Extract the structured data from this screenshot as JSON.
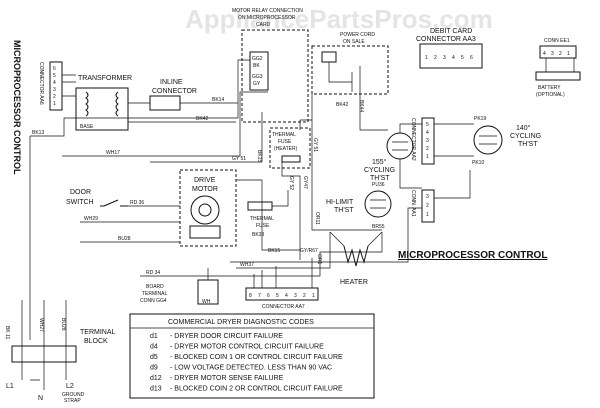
{
  "watermark": "AppliancePartsPros.com",
  "labels": {
    "microprocessor_control_vertical": "MICROPROCESSOR CONTROL",
    "connector_aa6": "CONNECTOR AA6",
    "aa6_pins": [
      "6",
      "5",
      "4",
      "3",
      "2",
      "1"
    ],
    "transformer": "TRANSFORMER",
    "base": "BASE",
    "inline_connector_1": "INLINE",
    "inline_connector_2": "CONNECTOR",
    "motor_relay_1": "MOTOR RELAY CONNECTION",
    "motor_relay_2": "ON MICROPROCESSOR",
    "motor_relay_3": "CARD",
    "gg_labels": [
      "GG2",
      "BK",
      "GG3",
      "GY"
    ],
    "power_cord_1": "POWER CORD",
    "power_cord_2": "ON SALE",
    "debit_card_1": "DEBIT CARD",
    "debit_card_2": "CONNECTOR AA3",
    "aa3_pins": [
      "1",
      "2",
      "3",
      "4",
      "5",
      "6"
    ],
    "conn_ee1": "CONN EE1",
    "ee1_pins": [
      "4",
      "3",
      "2",
      "1"
    ],
    "battery_1": "BATTERY",
    "battery_2": "(OPTIONAL)",
    "thermal_fuse_heater_1": "THERMAL",
    "thermal_fuse_heater_2": "FUSE",
    "thermal_fuse_heater_3": "(HEATER)",
    "thermal_fuse_1": "THERMAL",
    "thermal_fuse_2": "FUSE",
    "drive_motor_1": "DRIVE",
    "drive_motor_2": "MOTOR",
    "door_switch_1": "DOOR",
    "door_switch_2": "SWITCH",
    "cycling_155_1": "155°",
    "cycling_155_2": "CYCLING",
    "cycling_155_3": "TH'ST",
    "hi_limit_1": "HI-LIMIT",
    "hi_limit_2": "TH'ST",
    "cycling_140_1": "140°",
    "cycling_140_2": "CYCLING",
    "cycling_140_3": "TH'ST",
    "connector_aa2": "CONNECTOR AA2",
    "aa2_pins": [
      "5",
      "4",
      "3",
      "2",
      "1"
    ],
    "connector_aa1": "CONN. AA1",
    "aa1_pins": [
      "3",
      "2",
      "1"
    ],
    "microprocessor_control": "MICROPROCESSOR CONTROL",
    "heater": "HEATER",
    "board_terminal_1": "BOARD",
    "board_terminal_2": "TERMINAL",
    "board_terminal_3": "CONN GG4",
    "wh_box": "WH",
    "aa7_pins": [
      "8",
      "7",
      "6",
      "5",
      "4",
      "3",
      "2",
      "1"
    ],
    "connector_aa7": "CONNECTOR AA7",
    "terminal_block_1": "TERMINAL",
    "terminal_block_2": "BLOCK",
    "l1": "L1",
    "l2": "L2",
    "n": "N",
    "ground_strap_1": "GROUND",
    "ground_strap_2": "STRAP"
  },
  "wire_codes": {
    "bk13": "BK13",
    "wh17": "WH17",
    "bk42_a": "BK42",
    "bk14": "BK14",
    "gy51": "GY 51",
    "rd36": "RD 36",
    "wh29": "WH29",
    "bu28": "BU28",
    "bk15": "BK15",
    "gy47": "GY47",
    "gy52": "GY 52",
    "bk33": "BK33",
    "bk42_b": "BK42",
    "bk44": "BK44",
    "or11": "OR11",
    "pk19": "PK19",
    "pk10": "PK10",
    "pu36": "PU36",
    "br55": "BR55",
    "rd34": "RD 34",
    "wh37": "WH37",
    "gyr67": "GY/R67",
    "or1": "OR1",
    "bk11": "BK 11",
    "wh27": "WH27",
    "bu28_b": "BU28",
    "gy_vert": "GY 51"
  },
  "codes_table": {
    "title": "COMMERCIAL DRYER DIAGNOSTIC CODES",
    "rows": [
      {
        "code": "d1",
        "desc": "-  DRYER DOOR CIRCUIT FAILURE"
      },
      {
        "code": "d4",
        "desc": "-  DRYER MOTOR CONTROL CIRCUIT FAILURE"
      },
      {
        "code": "d5",
        "desc": "-  BLOCKED COIN 1 OR CONTROL CIRCUIT FAILURE"
      },
      {
        "code": "d9",
        "desc": "-  LOW VOLTAGE DETECTED. LESS THAN 90 VAC"
      },
      {
        "code": "d12",
        "desc": "-  DRYER MOTOR SENSE FAILURE"
      },
      {
        "code": "d13",
        "desc": "-  BLOCKED COIN 2 OR CONTROL CIRCUIT FAILURE"
      }
    ]
  }
}
